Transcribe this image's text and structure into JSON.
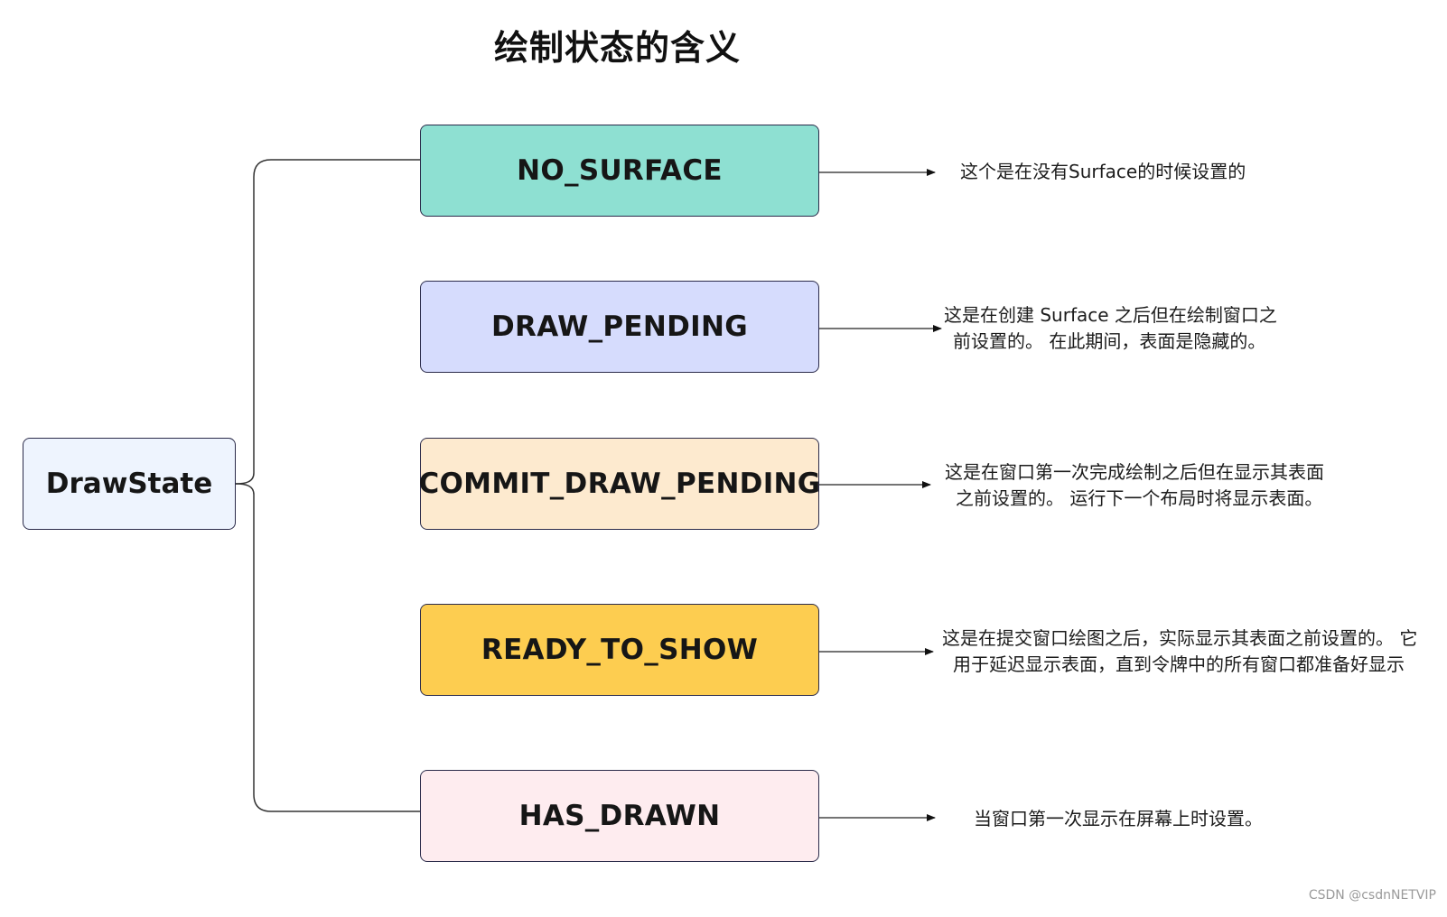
{
  "title": "绘制状态的含义",
  "root": {
    "label": "DrawState"
  },
  "states": [
    {
      "label": "NO_SURFACE",
      "color": "#8ee0d2",
      "description": [
        "这个是在没有Surface的时候设置的"
      ]
    },
    {
      "label": "DRAW_PENDING",
      "color": "#d6dcfd",
      "description": [
        "这是在创建 Surface 之后但在绘制窗口之",
        "前设置的。 在此期间，表面是隐藏的。"
      ]
    },
    {
      "label": "COMMIT_DRAW_PENDING",
      "color": "#fdeacf",
      "description": [
        "这是在窗口第一次完成绘制之后但在显示其表面",
        "之前设置的。 运行下一个布局时将显示表面。"
      ]
    },
    {
      "label": "READY_TO_SHOW",
      "color": "#fdcd50",
      "description": [
        "这是在提交窗口绘图之后，实际显示其表面之前设置的。 它",
        "用于延迟显示表面，直到令牌中的所有窗口都准备好显示"
      ]
    },
    {
      "label": "HAS_DRAWN",
      "color": "#feecef",
      "description": [
        "当窗口第一次显示在屏幕上时设置。"
      ]
    }
  ],
  "watermark": "CSDN @csdnNETVIP"
}
